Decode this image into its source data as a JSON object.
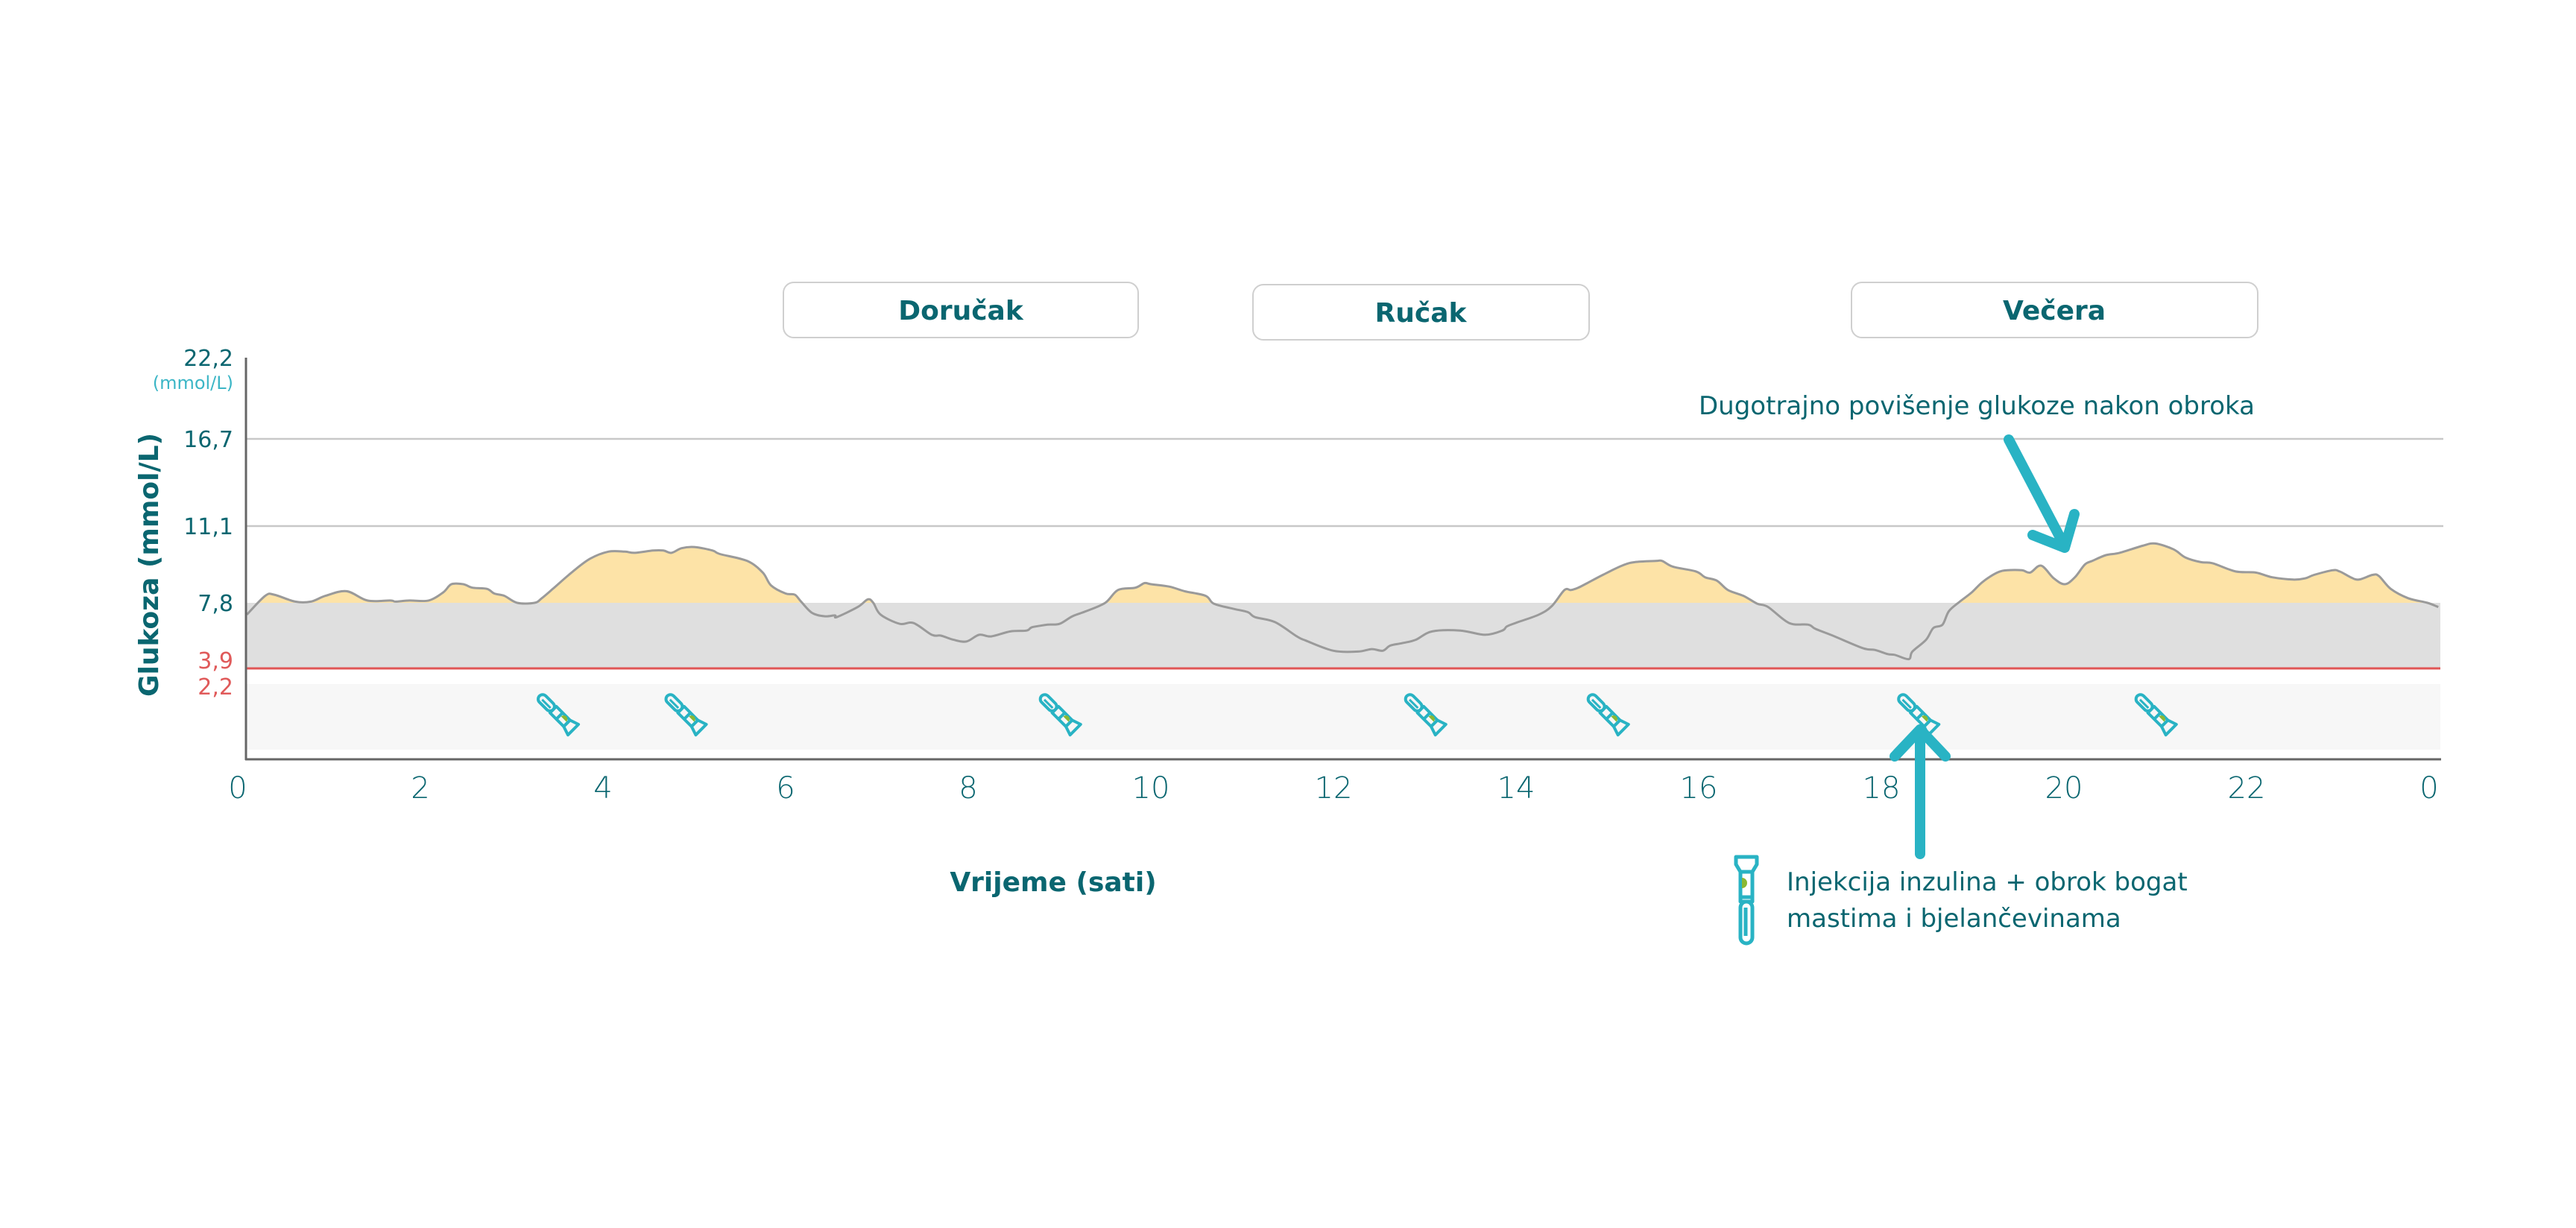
{
  "colors": {
    "teal_text": "#0a6670",
    "accent_cyan": "#29b3c4",
    "hyper_fill": "#fde3a7",
    "target_band": "#dfdfdf",
    "low_band": "#f7f7f7",
    "low_line": "#e05555",
    "curve": "#9a9a9a",
    "gridline": "#c8c8c8",
    "pen_dot": "#8ab833"
  },
  "meals": [
    {
      "label": "Doručak"
    },
    {
      "label": "Ručak"
    },
    {
      "label": "Večera"
    }
  ],
  "annotations": {
    "prolonged_rise": "Dugotrajno povišenje glukoze nakon obroka",
    "legend_line1": "Injekcija inzulina + obrok bogat",
    "legend_line2": "mastima i bjelančevinama",
    "legend_icon": "insulin-pen-icon"
  },
  "chart_data": {
    "type": "area",
    "title": "",
    "xlabel": "Vrijeme (sati)",
    "ylabel": "Glukoza (mmol/L)",
    "y_unit_label": "(mmol/L)",
    "xlim": [
      0,
      24
    ],
    "x_ticks": [
      {
        "value": 0,
        "label": "0"
      },
      {
        "value": 2,
        "label": "2"
      },
      {
        "value": 4,
        "label": "4"
      },
      {
        "value": 6,
        "label": "6"
      },
      {
        "value": 8,
        "label": "8"
      },
      {
        "value": 10,
        "label": "10"
      },
      {
        "value": 12,
        "label": "12"
      },
      {
        "value": 14,
        "label": "14"
      },
      {
        "value": 16,
        "label": "16"
      },
      {
        "value": 18,
        "label": "18"
      },
      {
        "value": 20,
        "label": "20"
      },
      {
        "value": 22,
        "label": "22"
      },
      {
        "value": 24,
        "label": "0"
      }
    ],
    "y_ticks": [
      {
        "value": 22.2,
        "label": "22,2",
        "style": "normal"
      },
      {
        "value": 16.7,
        "label": "16,7",
        "style": "normal"
      },
      {
        "value": 11.1,
        "label": "11,1",
        "style": "normal"
      },
      {
        "value": 7.8,
        "label": "7,8",
        "style": "normal"
      },
      {
        "value": 3.9,
        "label": "3,9",
        "style": "low"
      },
      {
        "value": 2.2,
        "label": "2,2",
        "style": "low"
      }
    ],
    "gridlines": [
      16.7,
      11.1
    ],
    "target_range": [
      3.9,
      7.8
    ],
    "low_threshold": 3.9,
    "very_low_band": [
      0,
      2.2
    ],
    "hyper_threshold": 7.8,
    "insulin_injections_hours": [
      3.5,
      4.9,
      9.0,
      13.0,
      15.0,
      18.4,
      21.0
    ],
    "meal_windows_hours": [
      [
        6.0,
        9.8
      ],
      [
        11.8,
        15.2
      ],
      [
        18.1,
        22.5
      ]
    ],
    "annotation_points": {
      "prolonged_rise_hour": 20.0,
      "injection_arrow_hour": 18.3
    },
    "series": [
      {
        "name": "Glukoza",
        "x": [
          0.1,
          0.3,
          0.4,
          0.63,
          0.8,
          0.96,
          1.19,
          1.42,
          1.67,
          1.73,
          1.88,
          2.09,
          2.25,
          2.34,
          2.47,
          2.57,
          2.73,
          2.81,
          2.92,
          3.06,
          3.25,
          3.33,
          3.45,
          3.67,
          3.86,
          4.06,
          4.24,
          4.35,
          4.55,
          4.66,
          4.75,
          4.86,
          5.0,
          5.2,
          5.28,
          5.58,
          5.75,
          5.84,
          6.0,
          6.1,
          6.17,
          6.29,
          6.43,
          6.54,
          6.56,
          6.79,
          6.9,
          6.96,
          7.04,
          7.25,
          7.4,
          7.6,
          7.7,
          7.84,
          7.98,
          8.12,
          8.25,
          8.46,
          8.64,
          8.7,
          8.87,
          9.0,
          9.14,
          9.29,
          9.5,
          9.64,
          9.83,
          9.93,
          10.0,
          10.2,
          10.37,
          10.6,
          10.69,
          10.9,
          11.06,
          11.14,
          11.36,
          11.6,
          11.7,
          12.0,
          12.27,
          12.42,
          12.54,
          12.62,
          12.75,
          12.9,
          13.08,
          13.39,
          13.66,
          13.85,
          13.9,
          14.02,
          14.25,
          14.39,
          14.53,
          14.6,
          14.68,
          14.78,
          14.95,
          15.16,
          15.3,
          15.53,
          15.6,
          15.72,
          15.97,
          16.07,
          16.2,
          16.32,
          16.49,
          16.64,
          16.76,
          16.99,
          17.2,
          17.28,
          17.49,
          17.8,
          17.93,
          18.07,
          18.15,
          18.3,
          18.34,
          18.49,
          18.57,
          18.67,
          18.74,
          18.86,
          18.99,
          19.11,
          19.27,
          19.38,
          19.54,
          19.63,
          19.75,
          19.89,
          20.01,
          20.12,
          20.23,
          20.31,
          20.46,
          20.61,
          20.86,
          21.0,
          21.2,
          21.33,
          21.5,
          21.63,
          21.88,
          22.1,
          22.28,
          22.51,
          22.64,
          22.74,
          22.94,
          23.02,
          23.14,
          23.23,
          23.38,
          23.45,
          23.58,
          23.77,
          23.98,
          24.1
        ],
        "y": [
          7.1,
          8.1,
          8.15,
          7.85,
          7.85,
          8.1,
          8.3,
          7.9,
          7.9,
          7.85,
          7.9,
          7.9,
          8.25,
          8.6,
          8.6,
          8.45,
          8.4,
          8.2,
          8.1,
          7.8,
          7.8,
          8.0,
          8.4,
          9.15,
          9.7,
          10.0,
          10.0,
          9.95,
          10.05,
          10.05,
          9.95,
          10.15,
          10.2,
          10.05,
          9.9,
          9.6,
          9.1,
          8.55,
          8.2,
          8.15,
          7.85,
          7.2,
          7.0,
          7.05,
          6.95,
          7.55,
          7.95,
          7.8,
          7.1,
          6.55,
          6.6,
          5.9,
          5.85,
          5.6,
          5.5,
          5.9,
          5.8,
          6.1,
          6.15,
          6.35,
          6.5,
          6.55,
          7.0,
          7.3,
          7.8,
          8.35,
          8.45,
          8.65,
          8.6,
          8.5,
          8.3,
          8.1,
          7.75,
          7.45,
          7.25,
          6.95,
          6.65,
          5.8,
          5.55,
          4.95,
          4.9,
          5.05,
          4.95,
          5.25,
          5.4,
          5.6,
          6.1,
          6.15,
          5.9,
          6.15,
          6.4,
          6.65,
          7.1,
          7.6,
          8.35,
          8.35,
          8.45,
          8.65,
          9.0,
          9.4,
          9.55,
          9.6,
          9.6,
          9.35,
          9.15,
          8.9,
          8.75,
          8.35,
          8.1,
          7.75,
          7.55,
          6.6,
          6.5,
          6.25,
          5.8,
          5.1,
          5.0,
          4.75,
          4.7,
          4.45,
          4.9,
          5.6,
          6.3,
          6.5,
          7.3,
          7.85,
          8.25,
          8.7,
          9.1,
          9.2,
          9.2,
          9.1,
          9.4,
          8.85,
          8.6,
          8.9,
          9.45,
          9.6,
          9.85,
          9.95,
          10.25,
          10.35,
          10.1,
          9.75,
          9.55,
          9.5,
          9.15,
          9.1,
          8.9,
          8.8,
          8.85,
          9.0,
          9.2,
          9.15,
          8.9,
          8.8,
          9.0,
          8.95,
          8.4,
          8.0,
          7.8,
          7.55
        ]
      }
    ]
  }
}
